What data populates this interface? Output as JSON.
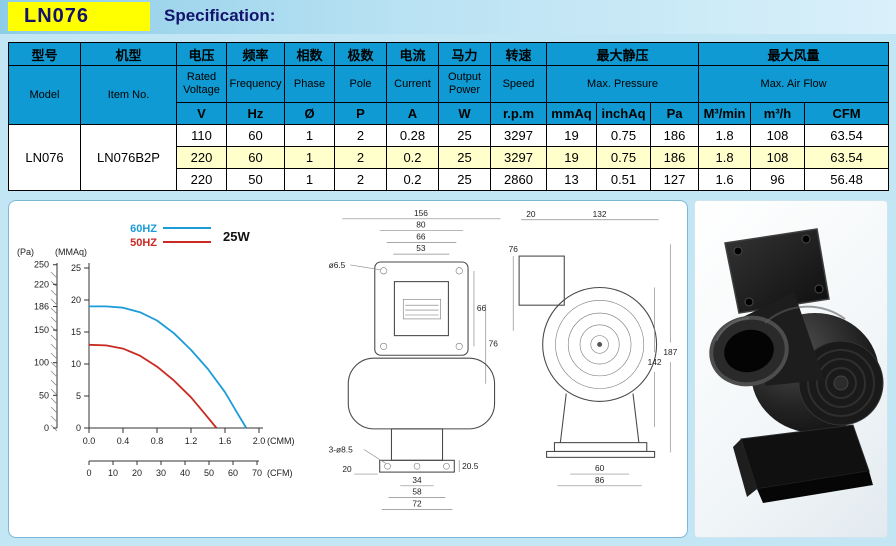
{
  "header": {
    "model": "LN076",
    "title": "Specification:"
  },
  "table": {
    "model_header": {
      "cn": "型号",
      "en": "Model"
    },
    "item_header": {
      "cn": "机型",
      "en": "Item No."
    },
    "columns": [
      {
        "cn": "电压",
        "en": "Rated Voltage",
        "unit": "V"
      },
      {
        "cn": "频率",
        "en": "Frequency",
        "unit": "Hz"
      },
      {
        "cn": "相数",
        "en": "Phase",
        "unit": "Ø"
      },
      {
        "cn": "极数",
        "en": "Pole",
        "unit": "P"
      },
      {
        "cn": "电流",
        "en": "Current",
        "unit": "A"
      },
      {
        "cn": "马力",
        "en": "Output Power",
        "unit": "W"
      },
      {
        "cn": "转速",
        "en": "Speed",
        "unit": "r.p.m"
      }
    ],
    "pressure_group": {
      "cn": "最大静压",
      "en": "Max. Pressure",
      "units": [
        "mmAq",
        "inchAq",
        "Pa"
      ]
    },
    "airflow_group": {
      "cn": "最大风量",
      "en": "Max. Air Flow",
      "units": [
        "M³/min",
        "m³/h",
        "CFM"
      ]
    },
    "model": "LN076",
    "item_no": "LN076B2P",
    "rows": [
      {
        "highlight": false,
        "values": [
          "110",
          "60",
          "1",
          "2",
          "0.28",
          "25",
          "3297",
          "19",
          "0.75",
          "186",
          "1.8",
          "108",
          "63.54"
        ]
      },
      {
        "highlight": true,
        "values": [
          "220",
          "60",
          "1",
          "2",
          "0.2",
          "25",
          "3297",
          "19",
          "0.75",
          "186",
          "1.8",
          "108",
          "63.54"
        ]
      },
      {
        "highlight": false,
        "values": [
          "220",
          "50",
          "1",
          "2",
          "0.2",
          "25",
          "2860",
          "13",
          "0.51",
          "127",
          "1.6",
          "96",
          "56.48"
        ]
      }
    ]
  },
  "chart_data": {
    "type": "line",
    "title": "",
    "power_label": "25W",
    "x_axis": {
      "label": "(CMM)",
      "range": [
        0,
        2.0
      ],
      "ticks": [
        0,
        0.4,
        0.8,
        1.2,
        1.6,
        2.0
      ]
    },
    "x_axis_secondary": {
      "label": "(CFM)",
      "range": [
        0,
        70
      ],
      "ticks": [
        0,
        10,
        20,
        30,
        40,
        50,
        60,
        70
      ]
    },
    "y_axis_inner": {
      "label": "(MMAq)",
      "range": [
        0,
        25
      ],
      "ticks": [
        25,
        20,
        15,
        10,
        5,
        0
      ]
    },
    "y_axis_outer": {
      "label": "(Pa)",
      "range": [
        0,
        245
      ],
      "ticks": [
        250,
        220,
        186,
        150,
        100,
        50,
        0
      ]
    },
    "legend_position": "top",
    "grid": false,
    "series": [
      {
        "name": "60HZ",
        "color": "#1b9cd8",
        "x_unit": "CMM",
        "y_unit": "mmAq",
        "points": [
          [
            0,
            19
          ],
          [
            0.2,
            19
          ],
          [
            0.4,
            18.8
          ],
          [
            0.6,
            18.1
          ],
          [
            0.8,
            16.8
          ],
          [
            1.0,
            14.8
          ],
          [
            1.2,
            12.2
          ],
          [
            1.4,
            9.2
          ],
          [
            1.6,
            5.6
          ],
          [
            1.75,
            2.2
          ],
          [
            1.85,
            0
          ]
        ]
      },
      {
        "name": "50HZ",
        "color": "#c92a21",
        "x_unit": "CMM",
        "y_unit": "mmAq",
        "points": [
          [
            0,
            13
          ],
          [
            0.2,
            12.9
          ],
          [
            0.4,
            12.4
          ],
          [
            0.6,
            11.3
          ],
          [
            0.8,
            9.6
          ],
          [
            1.0,
            7.4
          ],
          [
            1.2,
            4.8
          ],
          [
            1.35,
            2.4
          ],
          [
            1.5,
            0
          ]
        ]
      }
    ]
  },
  "drawings": {
    "front": {
      "d156": "156",
      "d80": "80",
      "d66": "66",
      "d53": "53",
      "hole": "ø6.5",
      "v66": "66",
      "v76": "76",
      "d20": "20",
      "holes": "3-ø8.5",
      "d34": "34",
      "d58": "58",
      "d72": "72",
      "d20_5": "20.5"
    },
    "side": {
      "d20": "20",
      "d132": "132",
      "v76": "76",
      "v142": "142",
      "v187": "187",
      "d60": "60",
      "d86": "86"
    }
  }
}
